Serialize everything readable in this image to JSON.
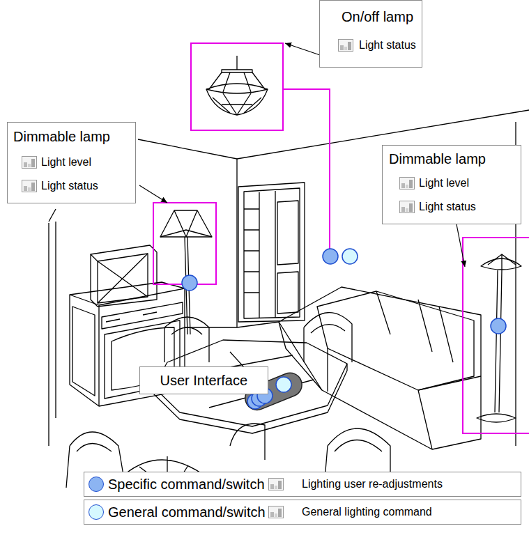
{
  "diagram": {
    "nodes": [
      {
        "text": [
          "On/off lamp",
          "Light status"
        ]
      },
      {
        "text": [
          "Dimmable lamp",
          "Light level",
          "Light status"
        ]
      },
      {
        "text": [
          "Dimmable lamp",
          "Light level",
          "Light status"
        ]
      },
      {
        "text": [
          "User Interface"
        ]
      }
    ],
    "legend": [
      {
        "text": "Specific command/switch",
        "color": "#8cb4f2"
      },
      {
        "text": "Lighting user re-adjustments"
      },
      {
        "text": "General command/switch",
        "color": "#d6f8ff"
      },
      {
        "text": "General lighting command"
      }
    ]
  }
}
